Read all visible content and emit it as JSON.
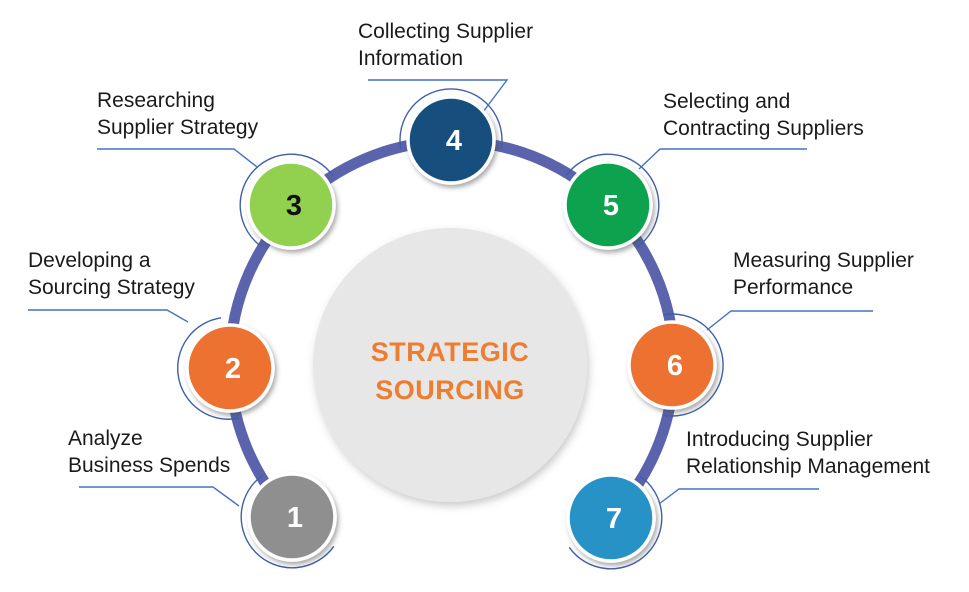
{
  "center": {
    "line1": "STRATEGIC",
    "line2": "SOURCING",
    "text_color": "#ED7D31",
    "fill": "#E7E7E7"
  },
  "colors": {
    "ring": "#5A63AB",
    "leader": "#4472C4",
    "node_arc": "#3F5FA8"
  },
  "nodes": [
    {
      "number": "1",
      "color": "#8F8F8F",
      "number_color": "#FFFFFF",
      "label_line1": "Analyze",
      "label_line2": "Business Spends"
    },
    {
      "number": "2",
      "color": "#ED7231",
      "number_color": "#FFFFFF",
      "label_line1": "Developing a",
      "label_line2": "Sourcing Strategy"
    },
    {
      "number": "3",
      "color": "#92D050",
      "number_color": "#111111",
      "label_line1": "Researching",
      "label_line2": "Supplier Strategy"
    },
    {
      "number": "4",
      "color": "#14507E",
      "number_color": "#FFFFFF",
      "label_line1": "Collecting Supplier",
      "label_line2": "Information"
    },
    {
      "number": "5",
      "color": "#0AA24D",
      "number_color": "#FFFFFF",
      "label_line1": "Selecting and",
      "label_line2": "Contracting Suppliers"
    },
    {
      "number": "6",
      "color": "#ED7231",
      "number_color": "#FFFFFF",
      "label_line1": "Measuring Supplier",
      "label_line2": "Performance"
    },
    {
      "number": "7",
      "color": "#2592C5",
      "number_color": "#FFFFFF",
      "label_line1": "Introducing Supplier",
      "label_line2": "Relationship Management"
    }
  ]
}
